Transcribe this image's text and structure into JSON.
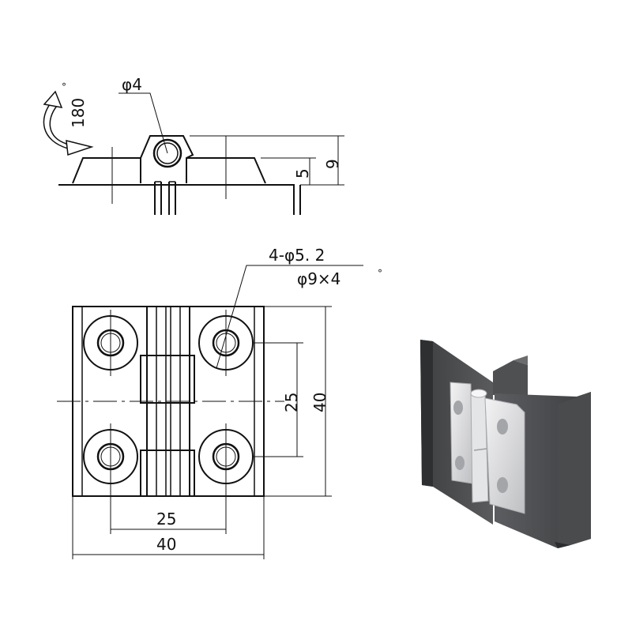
{
  "side_view": {
    "pin_diameter": "φ4",
    "rotation_angle": "180",
    "rotation_unit": "°",
    "height_5": "5",
    "height_9": "9"
  },
  "plan_view": {
    "hole_spec_line1": "4-φ5. 2",
    "hole_spec_line2": "φ9×4",
    "hole_spec_unit": "°",
    "hole_pitch_vertical": "25",
    "overall_height": "40",
    "hole_pitch_horizontal": "25",
    "overall_width": "40"
  },
  "photo": {
    "colors": {
      "panel": "#4b4c4e",
      "hinge": "#d9dadc"
    }
  }
}
